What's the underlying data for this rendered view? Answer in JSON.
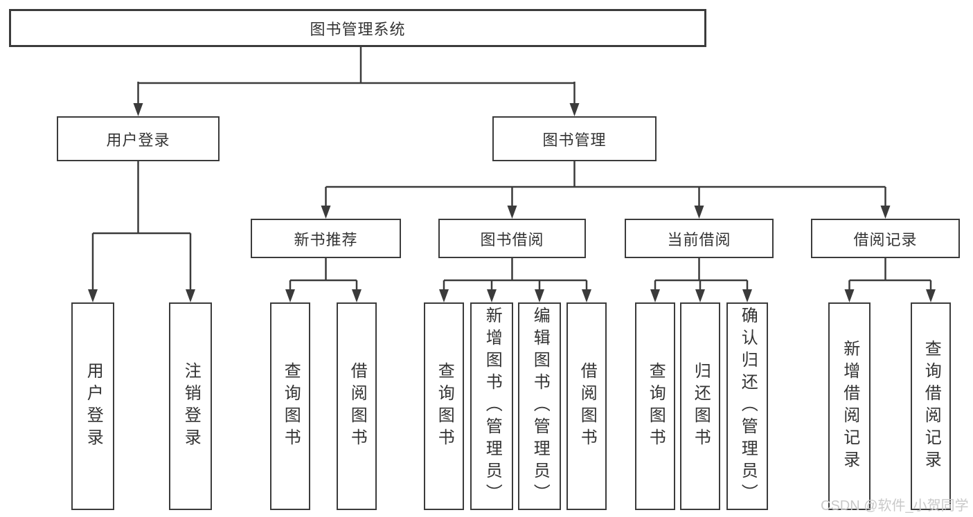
{
  "diagram_type": "hierarchy-tree",
  "tree": {
    "label": "图书管理系统",
    "children": [
      {
        "label": "用户登录",
        "children": [
          {
            "label": "用户登录"
          },
          {
            "label": "注销登录"
          }
        ]
      },
      {
        "label": "图书管理",
        "children": [
          {
            "label": "新书推荐",
            "children": [
              {
                "label": "查询图书"
              },
              {
                "label": "借阅图书"
              }
            ]
          },
          {
            "label": "图书借阅",
            "children": [
              {
                "label": "查询图书"
              },
              {
                "label": "新增图书（管理员）"
              },
              {
                "label": "编辑图书（管理员）"
              },
              {
                "label": "借阅图书"
              }
            ]
          },
          {
            "label": "当前借阅",
            "children": [
              {
                "label": "查询图书"
              },
              {
                "label": "归还图书"
              },
              {
                "label": "确认归还（管理员）"
              }
            ]
          },
          {
            "label": "借阅记录",
            "children": [
              {
                "label": "新增借阅记录"
              },
              {
                "label": "查询借阅记录"
              }
            ]
          }
        ]
      }
    ]
  },
  "watermark": {
    "text": "CSDN @软件_小贺同学"
  },
  "colors": {
    "line": "#3b3b3b",
    "text": "#333333",
    "bg": "#ffffff",
    "wm": "#c9c9c9"
  }
}
